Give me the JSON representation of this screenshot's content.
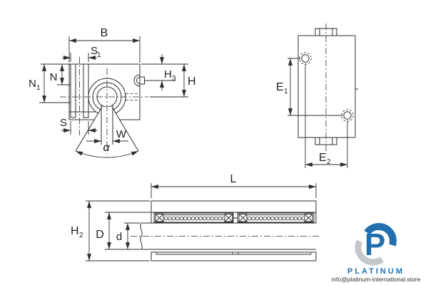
{
  "views": {
    "front": {
      "labels": {
        "B": "B",
        "S1_base": "S",
        "S1_sub": "1",
        "N": "N",
        "N1_base": "N",
        "N1_sub": "1",
        "S": "S",
        "W": "W",
        "alpha": "α",
        "H3_base": "H",
        "H3_sub": "3",
        "H": "H"
      }
    },
    "top": {
      "labels": {
        "E1_base": "E",
        "E1_sub": "1",
        "E2_base": "E",
        "E2_sub": "2"
      }
    },
    "section": {
      "labels": {
        "L": "L",
        "H2_base": "H",
        "H2_sub": "2",
        "D": "D",
        "d": "d"
      }
    }
  },
  "branding": {
    "monogram": "P",
    "name": "PLATINUM",
    "email": "info@platinum-international.store",
    "blue": "#2170ad",
    "gray": "#c5c8cb"
  },
  "colors": {
    "line": "#2e2e2e",
    "background": "#ffffff"
  }
}
